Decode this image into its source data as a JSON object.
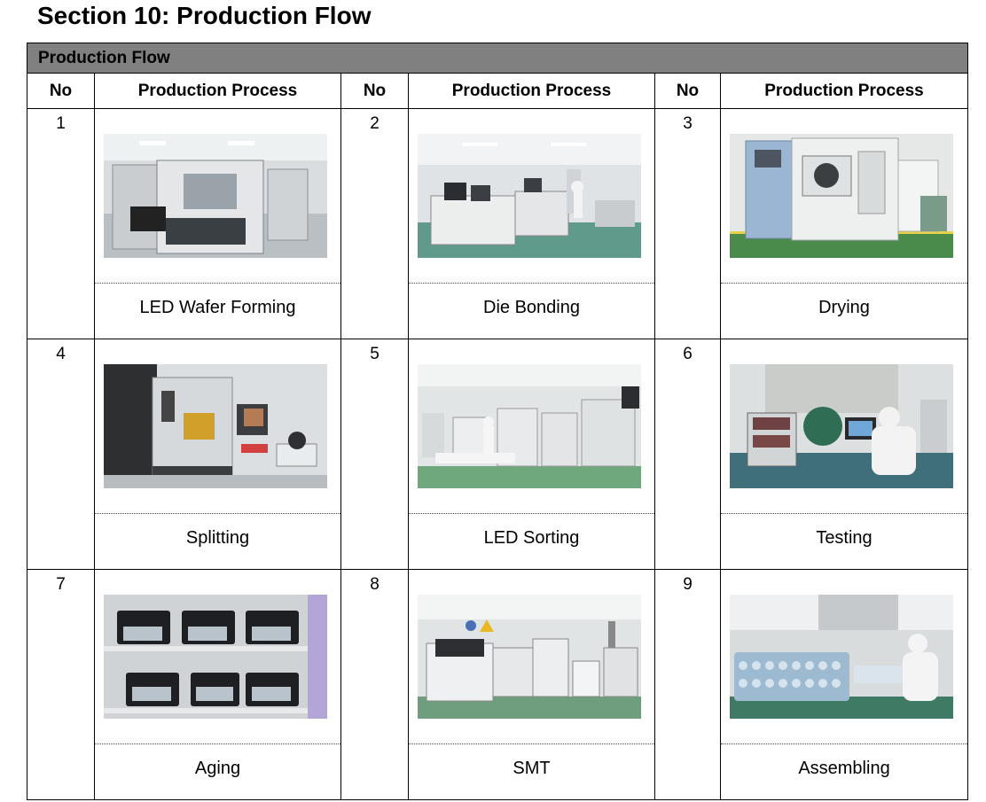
{
  "document": {
    "title": "Section 10: Production Flow",
    "banner": "Production Flow",
    "headers": {
      "no": "No",
      "process": "Production Process"
    }
  },
  "steps": [
    {
      "no": "1",
      "label": "LED Wafer Forming",
      "photo": "wafer-forming-machine-photo"
    },
    {
      "no": "2",
      "label": "Die Bonding",
      "photo": "die-bonding-line-photo"
    },
    {
      "no": "3",
      "label": "Drying",
      "photo": "drying-oven-photo"
    },
    {
      "no": "4",
      "label": "Splitting",
      "photo": "splitting-machine-photo"
    },
    {
      "no": "5",
      "label": "LED Sorting",
      "photo": "led-sorting-photo"
    },
    {
      "no": "6",
      "label": "Testing",
      "photo": "testing-station-photo"
    },
    {
      "no": "7",
      "label": "Aging",
      "photo": "aging-rack-photo"
    },
    {
      "no": "8",
      "label": "SMT",
      "photo": "smt-line-photo"
    },
    {
      "no": "9",
      "label": "Assembling",
      "photo": "assembling-workbench-photo"
    }
  ],
  "colors": {
    "banner": "#808080",
    "border": "#000000"
  }
}
